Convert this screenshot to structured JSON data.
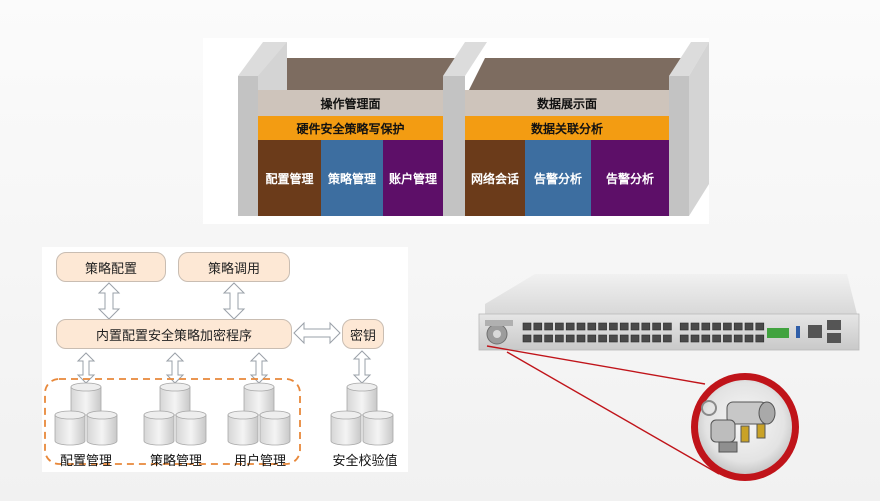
{
  "top_diagram": {
    "left_block": {
      "plane": "操作管理面",
      "protection": "硬件安全策略写保护",
      "cells": [
        "配置管理",
        "策略管理",
        "账户管理"
      ]
    },
    "right_block": {
      "plane": "数据展示面",
      "analysis": "数据关联分析",
      "cells": [
        "网络会话",
        "告警分析",
        "告警分析"
      ]
    }
  },
  "flow_diagram": {
    "policy_config": "策略配置",
    "policy_call": "策略调用",
    "main_program": "内置配置安全策略加密程序",
    "key": "密钥",
    "stores": [
      "配置管理",
      "策略管理",
      "用户管理"
    ],
    "checksum": "安全校验值"
  },
  "colors": {
    "roof": "#7d6c60",
    "plane_bar": "#cec4bb",
    "orange_bar": "#f39c12",
    "brown": "#6b3b1a",
    "blue": "#3d6ea0",
    "purple": "#5d0f68",
    "pillar": "#c9c9c9",
    "pill_fill": "#fde8d5",
    "dashed_border": "#e8883a"
  }
}
